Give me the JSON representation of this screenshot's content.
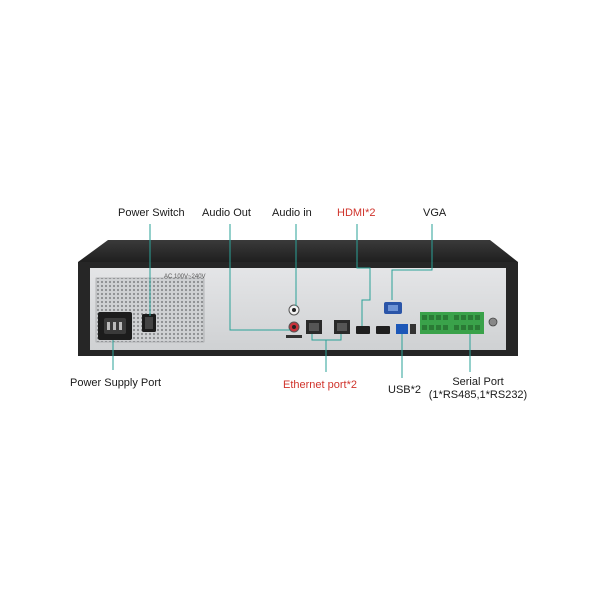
{
  "labels": {
    "power_switch": "Power Switch",
    "audio_out": "Audio Out",
    "audio_in": "Audio in",
    "hdmi": "HDMI*2",
    "vga": "VGA",
    "power_supply_port": "Power Supply Port",
    "ethernet": "Ethernet port*2",
    "usb": "USB*2",
    "serial_port_line1": "Serial Port",
    "serial_port_line2": "(1*RS485,1*RS232)"
  },
  "device": {
    "psu_rating": "AC 100V~240V"
  },
  "colors": {
    "callout_line": "#2aa197",
    "highlight_label": "#d0342c",
    "chassis": "#2b2b2b",
    "panel": "#d7d9db",
    "terminal": "#3aa24a"
  }
}
